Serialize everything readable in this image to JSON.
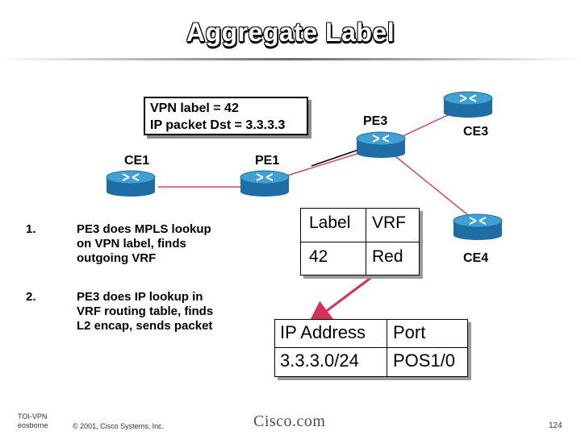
{
  "title": "Aggregate Label",
  "vpn_box": {
    "line1": "VPN label = 42",
    "line2": "IP packet Dst = 3.3.3.3"
  },
  "nodes": {
    "ce1": "CE1",
    "pe1": "PE1",
    "pe3": "PE3",
    "ce3": "CE3",
    "ce4": "CE4"
  },
  "steps": [
    {
      "num": "1.",
      "text": "PE3 does MPLS lookup on VPN label, finds outgoing VRF"
    },
    {
      "num": "2.",
      "text": "PE3 does IP lookup in VRF routing table, finds L2 encap, sends packet"
    }
  ],
  "label_table": {
    "headers": [
      "Label",
      "VRF"
    ],
    "rows": [
      [
        "42",
        "Red"
      ]
    ]
  },
  "ip_table": {
    "headers": [
      "IP Address",
      "Port"
    ],
    "rows": [
      [
        "3.3.3.0/24",
        "POS1/0"
      ]
    ]
  },
  "footer": {
    "course_line1": "TOI-VPN",
    "course_line2": "eosborne",
    "copyright": "© 2001, Cisco Systems, Inc.",
    "brand": "Cisco.com",
    "page": "124"
  },
  "colors": {
    "router_top": "#3fa0d4",
    "router_side": "#1f6ea3",
    "link": "#d6456a",
    "arrow_red": "#d4305a"
  }
}
